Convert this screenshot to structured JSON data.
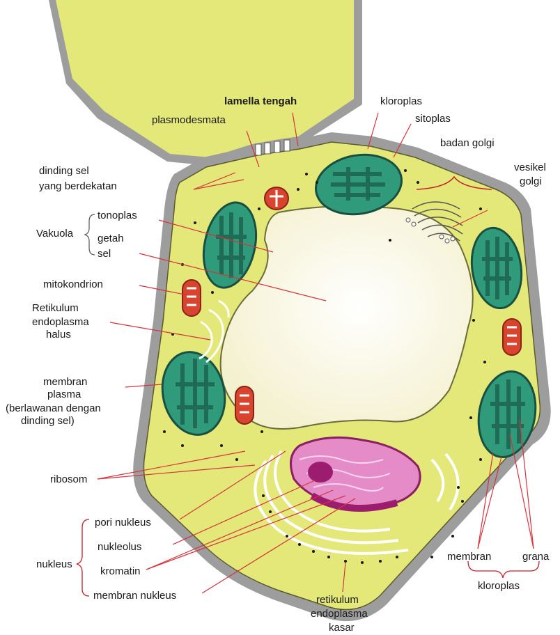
{
  "colors": {
    "cytoplasm": "#e3e879",
    "cell_wall": "#9d9d9d",
    "vacuole": "#faf7df",
    "chloroplast": "#2f9b7b",
    "chloroplast_dark": "#1f6b55",
    "mitochondrion": "#d8442e",
    "nucleus": "#e58bc7",
    "nucleolus": "#9c1d6f",
    "leader_line": "#d6333c",
    "bracket": "#c4202a"
  },
  "labels": {
    "lamella_tengah": "lamella tengah",
    "plasmodesmata": "plasmodesmata",
    "kloroplas_top": "kloroplas",
    "sitoplas": "sitoplas",
    "badan_golgi": "badan golgi",
    "vesikel_line1": "vesikel",
    "vesikel_line2": "golgi",
    "dinding_line1": "dinding sel",
    "dinding_line2": "yang berdekatan",
    "vakuola": "Vakuola",
    "tonoplas": "tonoplas",
    "getah_line1": "getah",
    "getah_line2": "sel",
    "mitokondrion": "mitokondrion",
    "retikulum_halus_line1": "Retikulum",
    "retikulum_halus_line2": "endoplasma",
    "retikulum_halus_line3": "halus",
    "membran_plasma_line1": "membran",
    "membran_plasma_line2": "plasma",
    "membran_plasma_line3": "(berlawanan dengan",
    "membran_plasma_line4": "dinding sel)",
    "ribosom": "ribosom",
    "pori_nukleus": "pori nukleus",
    "nukleolus": "nukleolus",
    "kromatin": "kromatin",
    "membran_nukleus": "membran nukleus",
    "nukleus": "nukleus",
    "retikulum_kasar_line1": "retikulum",
    "retikulum_kasar_line2": "endoplasma",
    "retikulum_kasar_line3": "kasar",
    "membran_kloroplas": "membran",
    "grana": "grana",
    "kloroplas_bottom": "kloroplas"
  }
}
